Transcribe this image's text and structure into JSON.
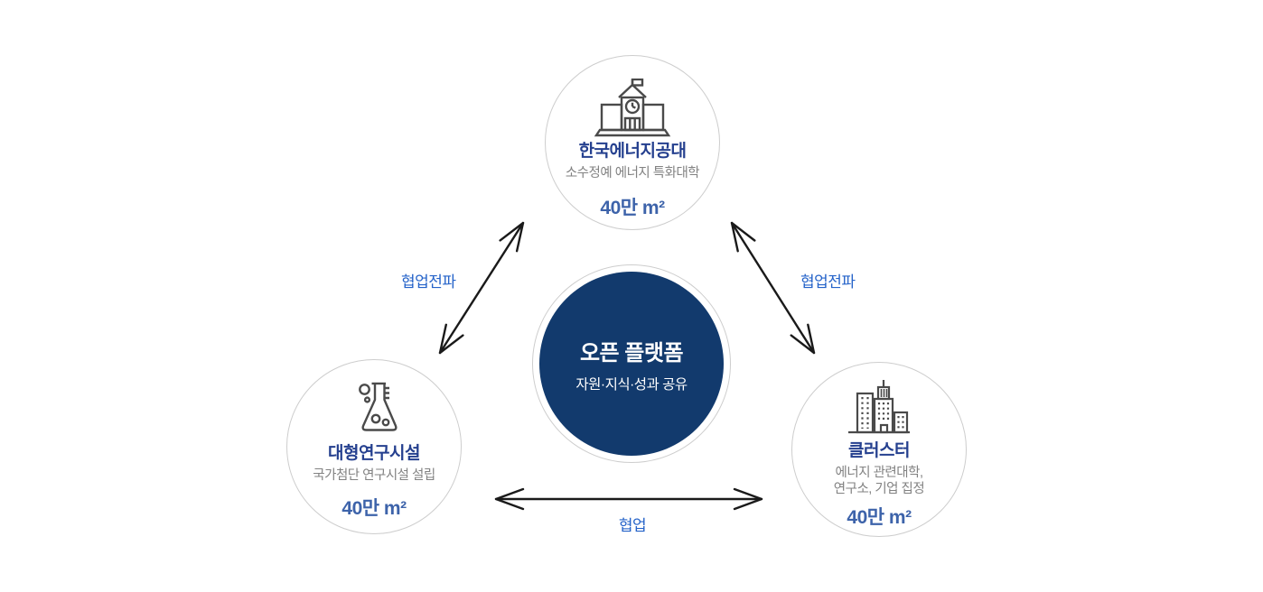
{
  "diagram": {
    "center": {
      "title": "오픈 플랫폼",
      "subtitle": "자원·지식·성과 공유"
    },
    "nodes": {
      "university": {
        "icon": "school-building-icon",
        "title": "한국에너지공대",
        "subtitle": "소수정예 에너지 특화대학",
        "area": "40만 m²"
      },
      "research": {
        "icon": "flask-icon",
        "title": "대형연구시설",
        "subtitle": "국가첨단 연구시설 설립",
        "area": "40만 m²"
      },
      "cluster": {
        "icon": "buildings-icon",
        "title": "클러스터",
        "subtitle_lines": [
          "에너지 관련대학,",
          "연구소, 기업 집정"
        ],
        "area": "40만 m²"
      }
    },
    "links": {
      "left": {
        "label": "협업전파"
      },
      "right": {
        "label": "협업전파"
      },
      "bottom": {
        "label": "협업"
      }
    },
    "colors": {
      "center_bg": "#123a6d",
      "title_navy": "#25408f",
      "area_blue": "#3d63aa",
      "label_blue": "#2563c9",
      "subtitle_gray": "#828282",
      "icon_gray": "#4a4a4a",
      "circle_border": "#cdcdcd",
      "arrow": "#1a1a1a"
    }
  }
}
